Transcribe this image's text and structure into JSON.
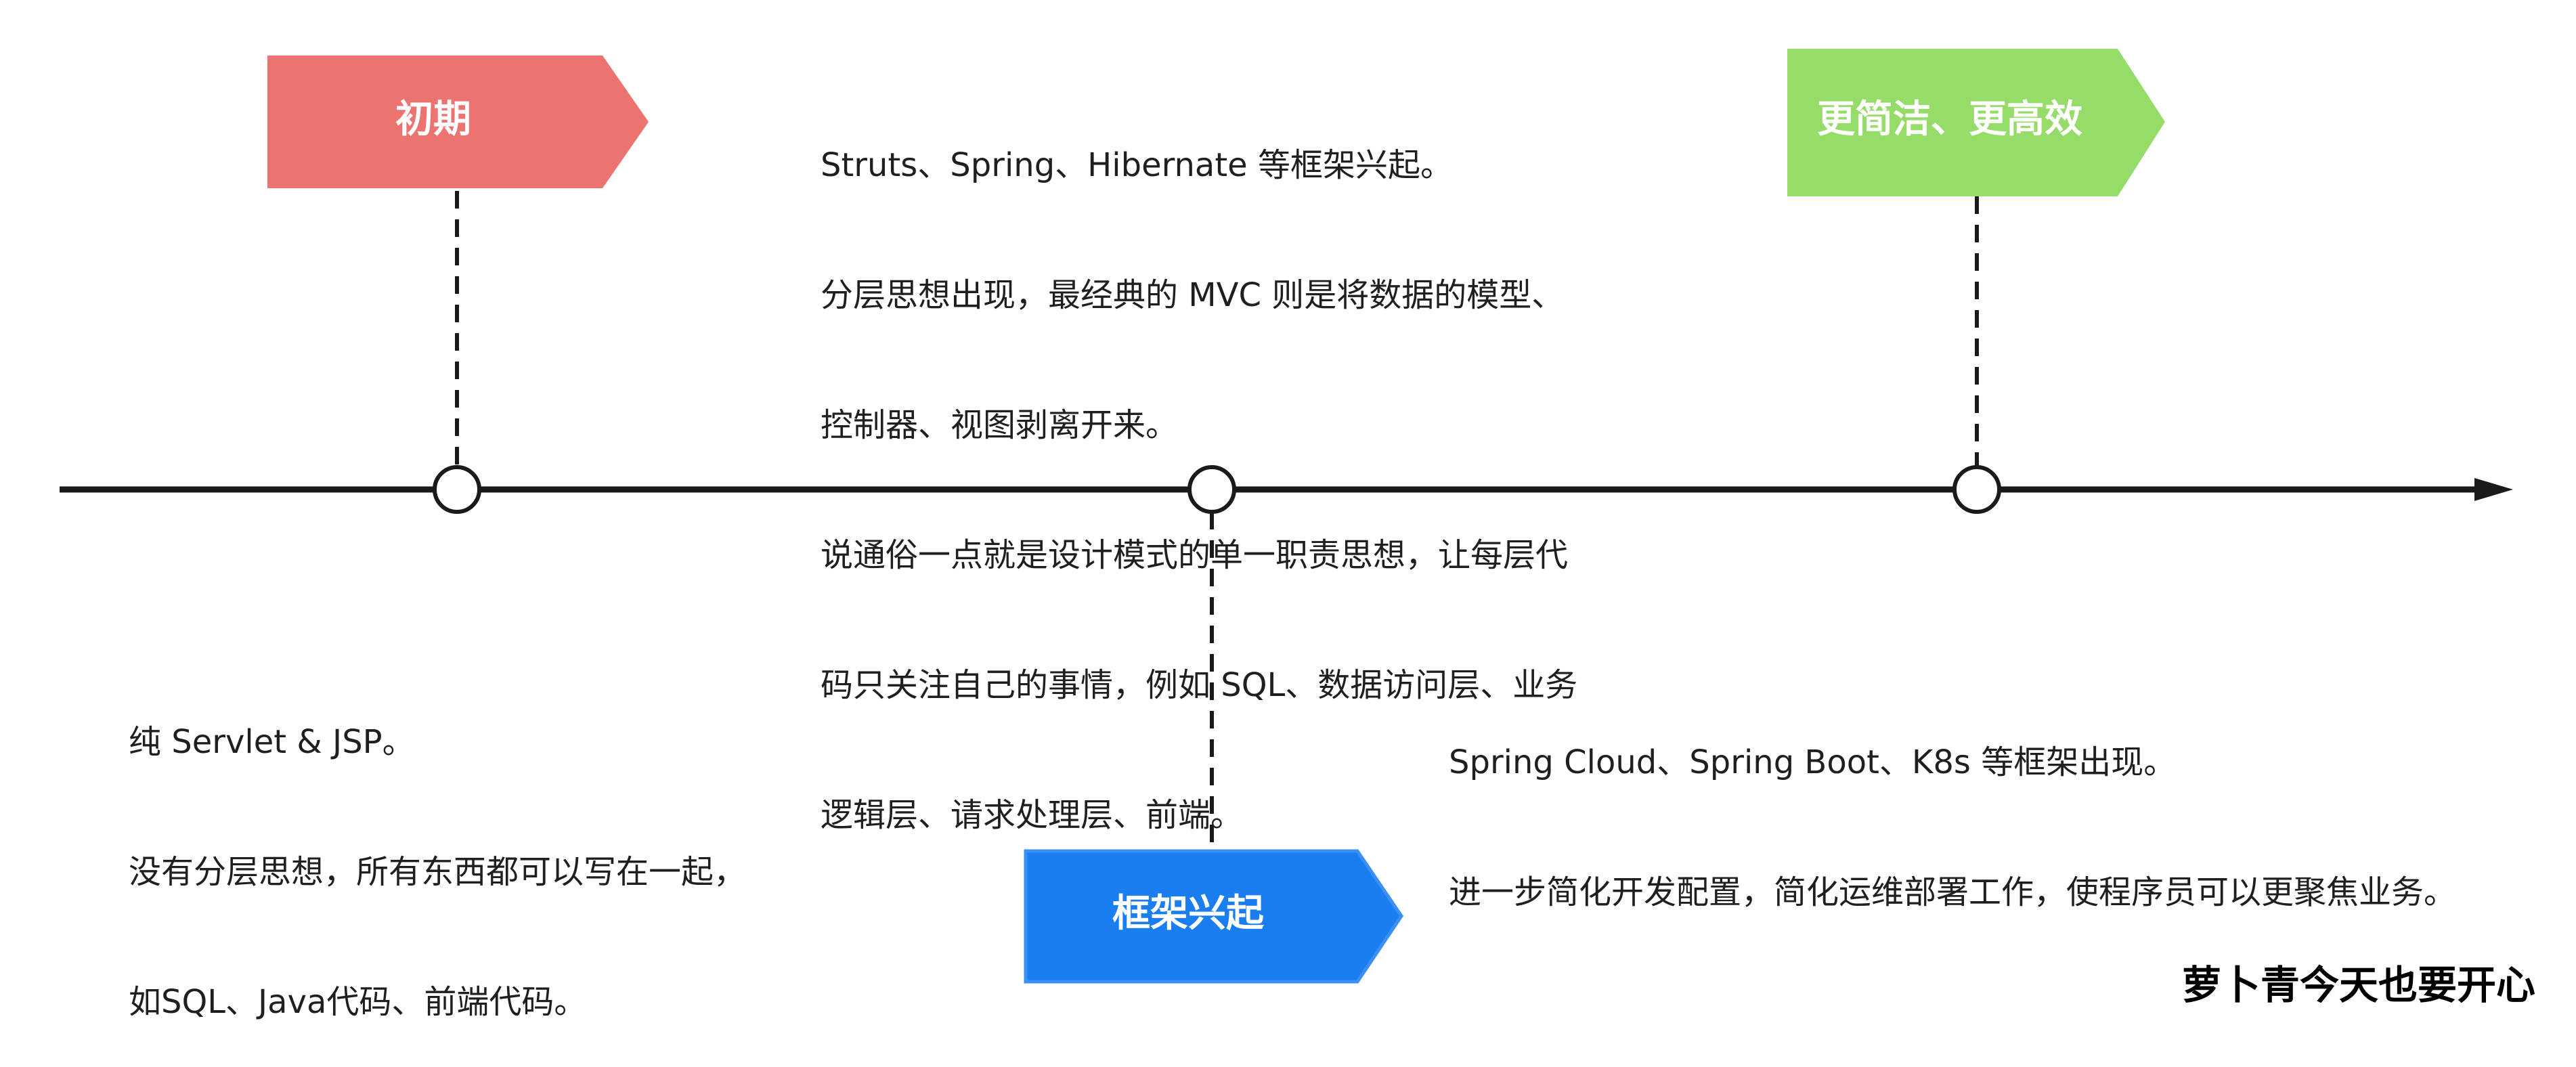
{
  "colors": {
    "early": "#ec7470",
    "framework": "#1a7ef0",
    "framework_border": "#3a90f5",
    "simple": "#96dc68",
    "axis": "#1a1a1a"
  },
  "stages": {
    "early": {
      "label": "初期"
    },
    "framework": {
      "label": "框架兴起"
    },
    "simple": {
      "label": "更简洁、更高效"
    }
  },
  "descriptions": {
    "early": [
      "纯 Servlet & JSP。",
      "没有分层思想，所有东西都可以写在一起，",
      "如SQL、Java代码、前端代码。"
    ],
    "framework": [
      "Struts、Spring、Hibernate 等框架兴起。",
      "分层思想出现，最经典的 MVC 则是将数据的模型、",
      "控制器、视图剥离开来。",
      "说通俗一点就是设计模式的单一职责思想，让每层代",
      "码只关注自己的事情，例如 SQL、数据访问层、业务",
      "逻辑层、请求处理层、前端。"
    ],
    "simple": [
      "Spring Cloud、Spring Boot、K8s 等框架出现。",
      "进一步简化开发配置，简化运维部署工作，使程序员可以更聚焦业务。"
    ]
  },
  "watermark": "萝卜青今天也要开心"
}
